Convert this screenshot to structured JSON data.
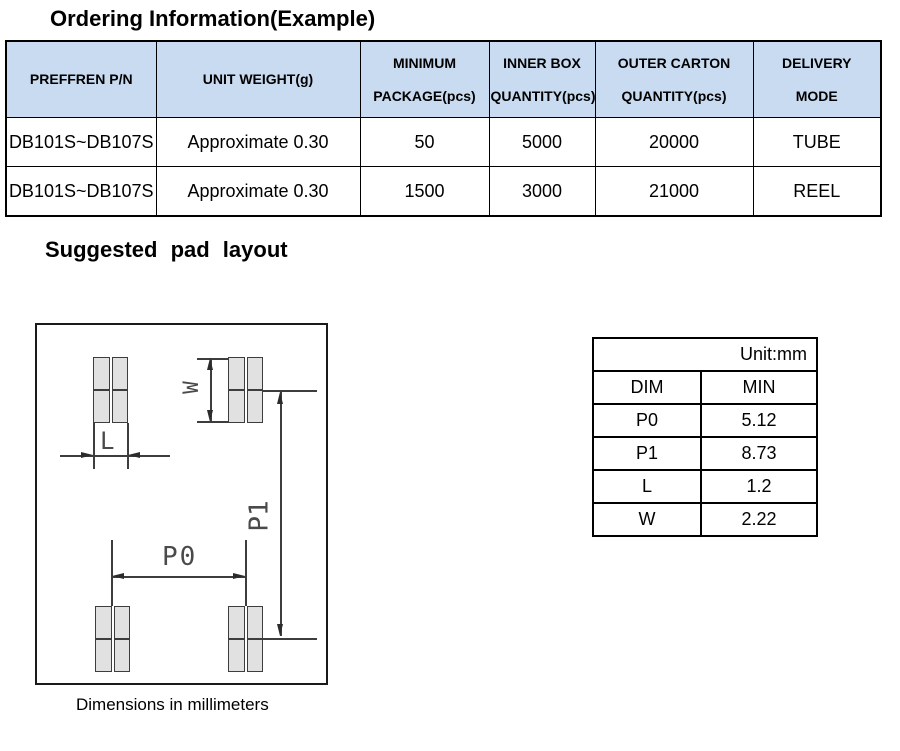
{
  "page": {
    "ordering_title": "Ordering Information(Example)",
    "pad_layout_title": "Suggested pad layout",
    "diagram_caption": "Dimensions in millimeters"
  },
  "colors": {
    "table_header_bg": "#c9dbf0",
    "pad_fill": "#e1e1e1",
    "line_color": "#3d3d3d"
  },
  "ordering_table": {
    "columns": [
      "PREFFREN P/N",
      "UNIT WEIGHT(g)",
      "MINIMUM\nPACKAGE(pcs)",
      "INNER BOX\nQUANTITY(pcs)",
      "OUTER CARTON\nQUANTITY(pcs)",
      "DELIVERY\nMODE"
    ],
    "rows": [
      [
        "DB101S~DB107S",
        "Approximate 0.30",
        "50",
        "5000",
        "20000",
        "TUBE"
      ],
      [
        "DB101S~DB107S",
        "Approximate 0.30",
        "1500",
        "3000",
        "21000",
        "REEL"
      ]
    ]
  },
  "dim_table": {
    "unit_label": "Unit:mm",
    "columns": [
      "DIM",
      "MIN"
    ],
    "rows": [
      [
        "P0",
        "5.12"
      ],
      [
        "P1",
        "8.73"
      ],
      [
        "L",
        "1.2"
      ],
      [
        "W",
        "2.22"
      ]
    ]
  },
  "diagram": {
    "labels": {
      "p0": "P0",
      "p1": "P1",
      "l": "L",
      "w": "W"
    }
  }
}
